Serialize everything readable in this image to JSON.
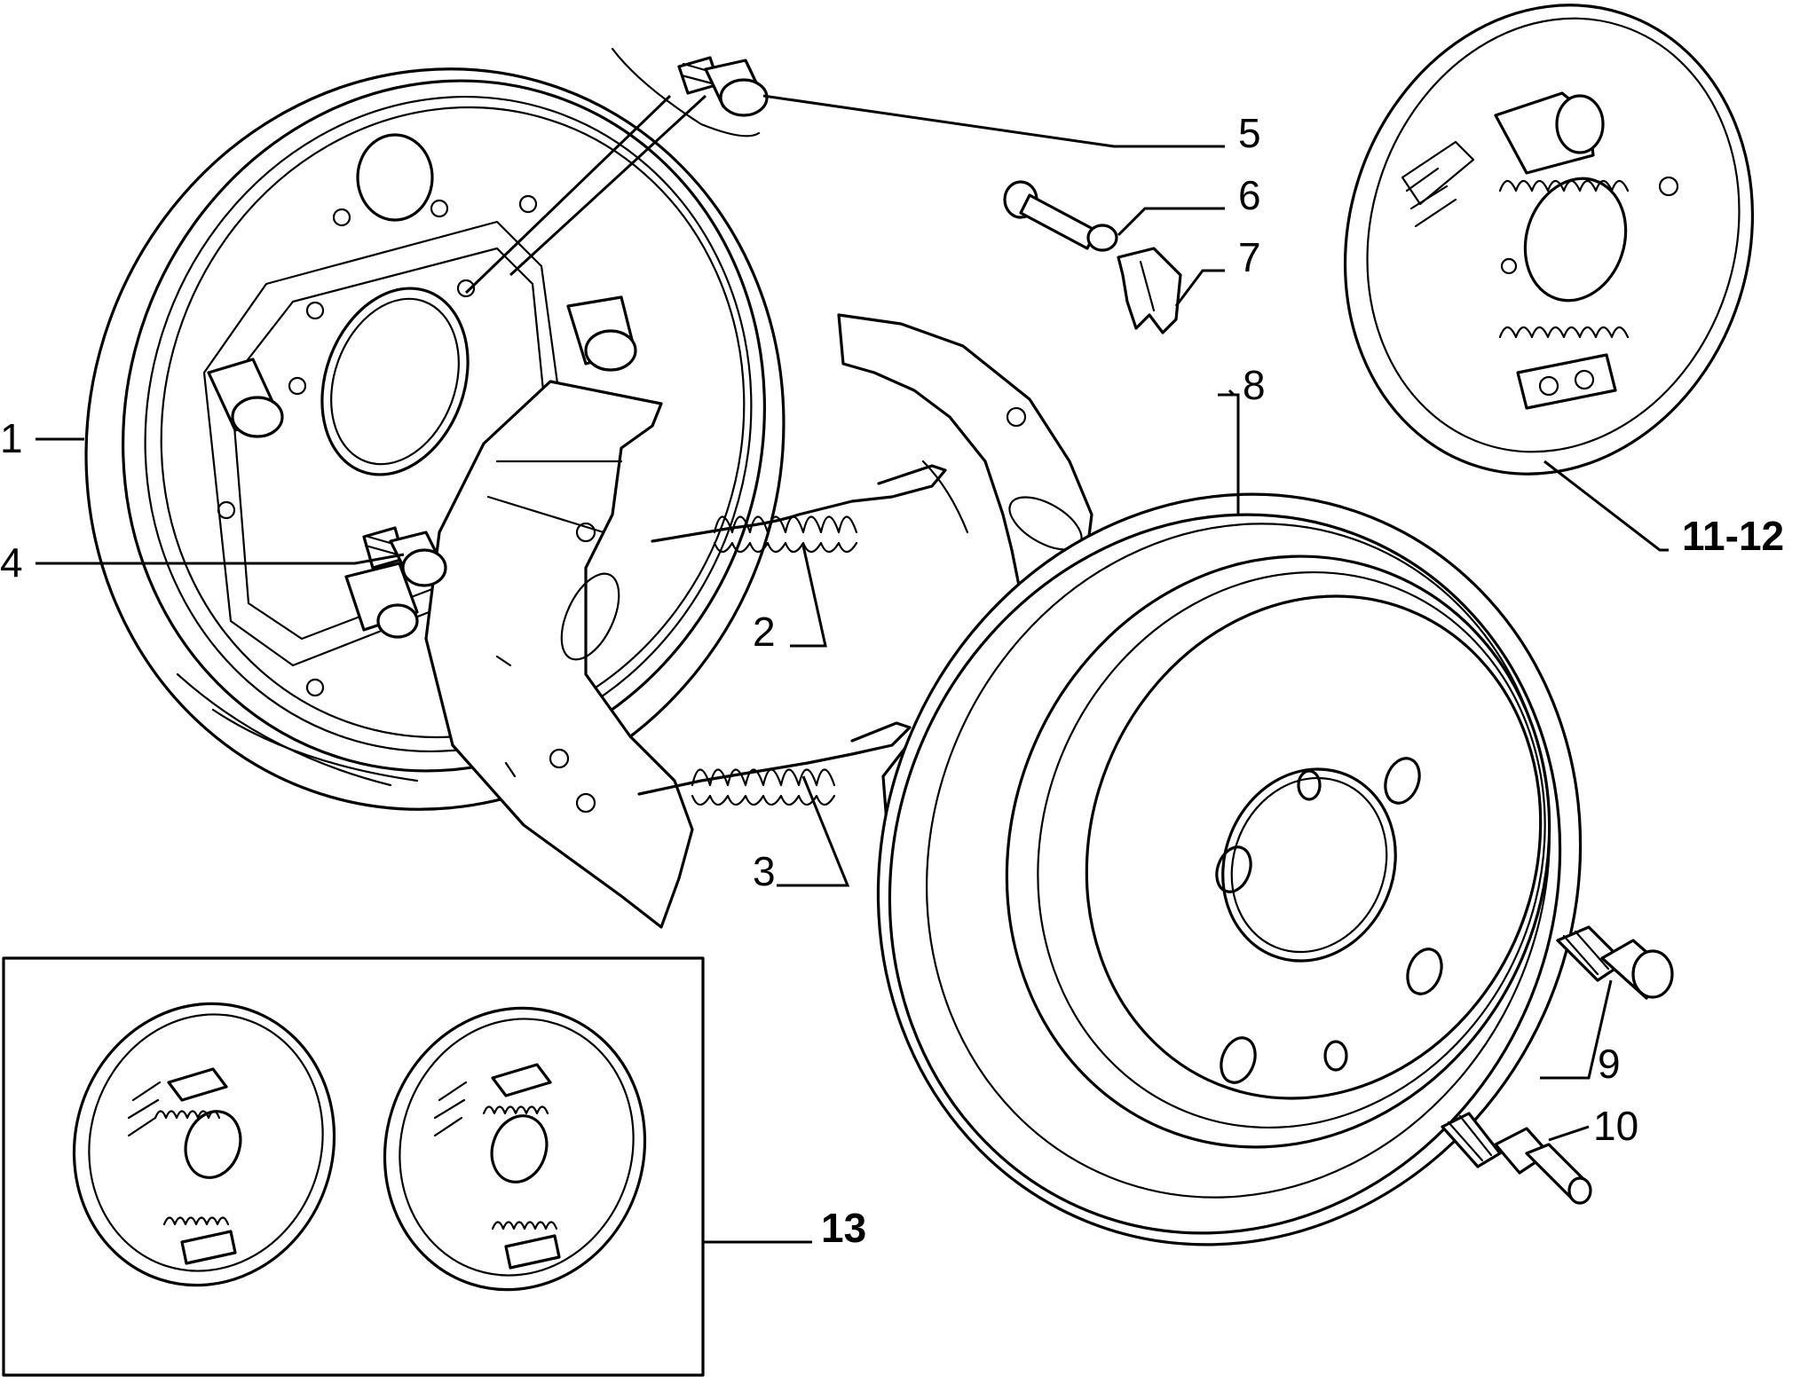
{
  "callouts": {
    "c1": "1",
    "c2": "2",
    "c3": "3",
    "c4": "4",
    "c5": "5",
    "c6": "6",
    "c7": "7",
    "c8": "8",
    "c9": "9",
    "c10": "10",
    "c11_12": "11-12",
    "c13": "13"
  }
}
